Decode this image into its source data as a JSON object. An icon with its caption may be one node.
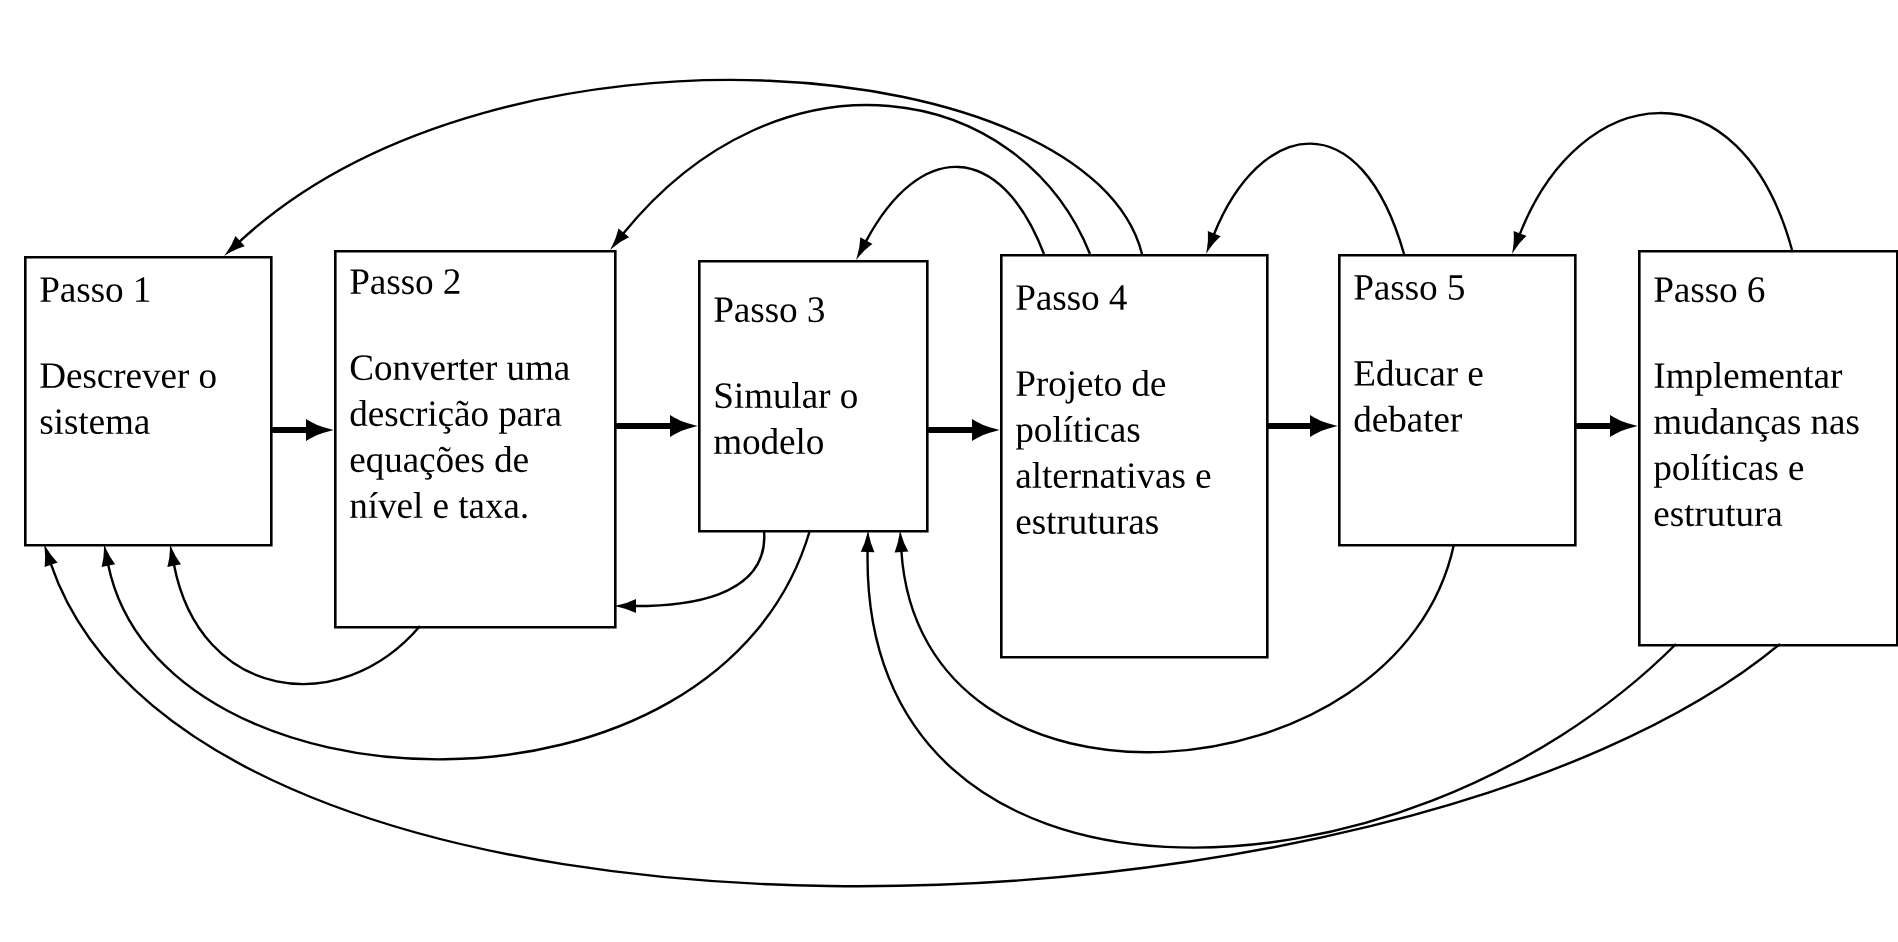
{
  "diagram": {
    "nodes": [
      {
        "text": [
          "Passo 1",
          "Descrever o sistema"
        ]
      },
      {
        "text": [
          "Passo 2",
          "Converter uma descrição para equações de nível e taxa."
        ]
      },
      {
        "text": [
          "Passo 3",
          "Simular o modelo"
        ]
      },
      {
        "text": [
          "Passo 4",
          "Projeto de políticas alternativas e estruturas"
        ]
      },
      {
        "text": [
          "Passo 5",
          "Educar e debater"
        ]
      },
      {
        "text": [
          "Passo 6",
          "Implementar mudanças nas políticas e estrutura"
        ]
      }
    ],
    "edges": [
      {
        "from": 0,
        "to": 1,
        "arrow": "to",
        "style": "thick"
      },
      {
        "from": 1,
        "to": 2,
        "arrow": "to",
        "style": "thick"
      },
      {
        "from": 2,
        "to": 3,
        "arrow": "to",
        "style": "thick"
      },
      {
        "from": 3,
        "to": 4,
        "arrow": "to",
        "style": "thick"
      },
      {
        "from": 4,
        "to": 5,
        "arrow": "to",
        "style": "thick"
      },
      {
        "from": 3,
        "to": 0,
        "arrow": "to"
      },
      {
        "from": 3,
        "to": 1,
        "arrow": "to"
      },
      {
        "from": 3,
        "to": 2,
        "arrow": "to"
      },
      {
        "from": 4,
        "to": 3,
        "arrow": "to"
      },
      {
        "from": 5,
        "to": 4,
        "arrow": "to"
      },
      {
        "from": 2,
        "to": 1,
        "arrow": "to"
      },
      {
        "from": 1,
        "to": 0,
        "arrow": "to"
      },
      {
        "from": 2,
        "to": 0,
        "arrow": "to"
      },
      {
        "from": 5,
        "to": 0,
        "arrow": "to"
      },
      {
        "from": 5,
        "to": 2,
        "arrow": "to"
      },
      {
        "from": 4,
        "to": 2,
        "arrow": "to"
      }
    ]
  }
}
